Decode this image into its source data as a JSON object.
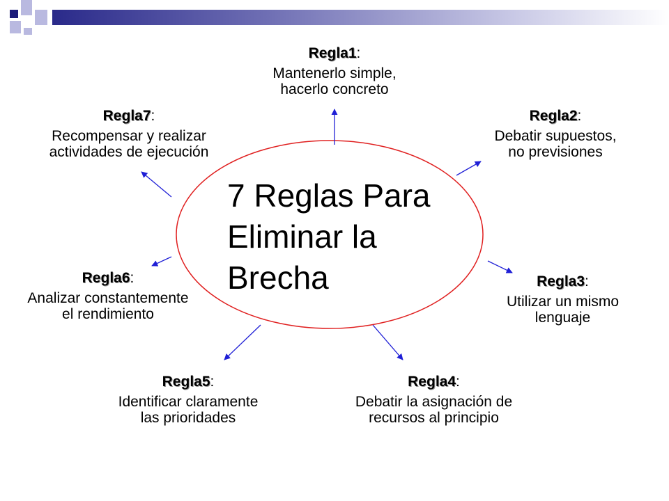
{
  "title": "7 Reglas Para\nEliminar la\nBrecha",
  "colors": {
    "ellipse": "#e02020",
    "arrow": "#1f1fd6",
    "corner_dark": "#1c1c7a",
    "corner_light": "#b9b9e0"
  },
  "rules": [
    {
      "name": "Regla1",
      "sep": ":",
      "text": "Mantenerlo simple,\nhacerlo concreto"
    },
    {
      "name": "Regla2",
      "sep": ":",
      "text": "Debatir supuestos,\nno previsiones"
    },
    {
      "name": "Regla3",
      "sep": ":",
      "text": "Utilizar un mismo\nlenguaje"
    },
    {
      "name": "Regla4",
      "sep": ":",
      "text": "Debatir la asignación de\nrecursos al principio"
    },
    {
      "name": "Regla5",
      "sep": ":",
      "text": "Identificar claramente\nlas prioridades"
    },
    {
      "name": "Regla6",
      "sep": ":",
      "text": "Analizar constantemente\nel rendimiento"
    },
    {
      "name": "Regla7",
      "sep": ":",
      "text": "Recompensar y realizar\nactividades de ejecución"
    }
  ]
}
